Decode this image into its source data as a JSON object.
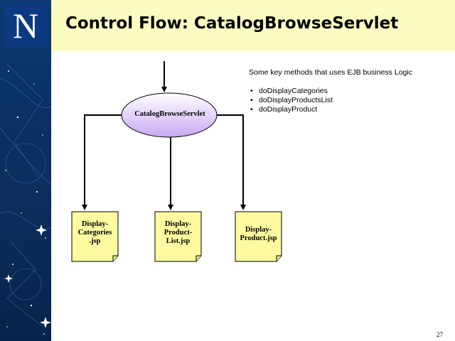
{
  "slide": {
    "title": "Control Flow: CatalogBrowseServlet",
    "page_number": "27"
  },
  "logo": {
    "letter": "N",
    "icon": "netscape-n-logo"
  },
  "diagram": {
    "servlet": "CatalogBrowseServlet",
    "jsp_nodes": [
      {
        "label": "Display-\nCategories\n.jsp"
      },
      {
        "label": "Display-\nProduct-\nList.jsp"
      },
      {
        "label": "Display-\nProduct.jsp"
      }
    ]
  },
  "notes": {
    "heading": "Some key methods that uses EJB business Logic",
    "methods": [
      "doDisplayCategories",
      "doDisplayProductsList",
      "doDisplayProduct"
    ]
  },
  "colors": {
    "title_band": "#fcfcc0",
    "sidebar": "#0b2d5c",
    "ellipse_top": "#ffffff",
    "ellipse_bottom": "#c9a8f4",
    "note_fill": "#fdfaa0"
  }
}
